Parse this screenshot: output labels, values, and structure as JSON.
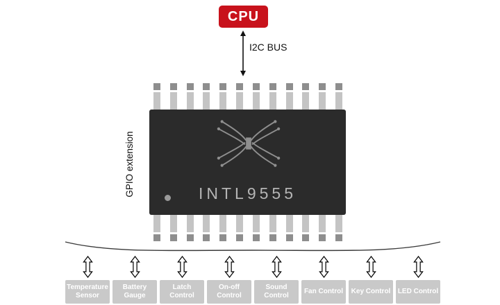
{
  "cpu": {
    "label": "CPU"
  },
  "bus": {
    "label": "I2C BUS"
  },
  "chip": {
    "part_number": "INTL9555",
    "side_label": "GPIO extension",
    "pins_per_row": 12
  },
  "peripherals": [
    {
      "label": "Temperature Sensor"
    },
    {
      "label": "Battery Gauge"
    },
    {
      "label": "Latch Control"
    },
    {
      "label": "On-off Control"
    },
    {
      "label": "Sound Control"
    },
    {
      "label": "Fan Control"
    },
    {
      "label": "Key Control"
    },
    {
      "label": "LED Control"
    }
  ],
  "colors": {
    "cpu_bg": "#c8121c",
    "chip_body": "#2b2b2b",
    "chip_text": "#b5b5b5",
    "peripheral_bg": "#c9c9c9",
    "pin_light": "#c4c4c4",
    "pin_dark": "#8e8e8e"
  }
}
